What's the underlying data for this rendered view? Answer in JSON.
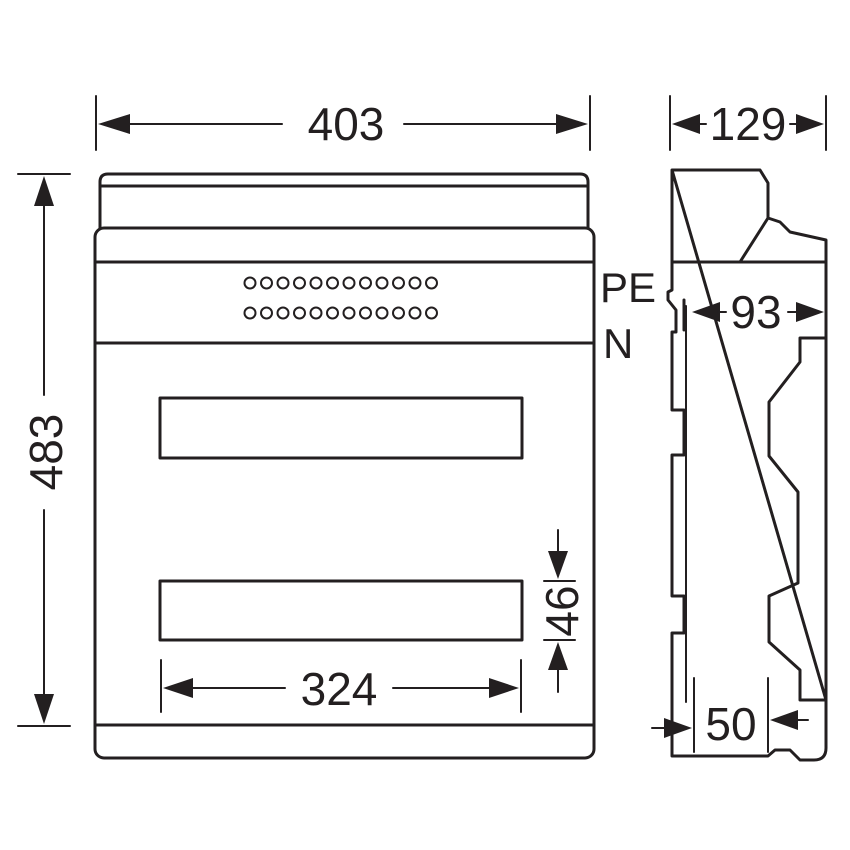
{
  "dimensions": {
    "width": "403",
    "height": "483",
    "depth": "129",
    "inner_depth": "93",
    "rail_offset": "50",
    "window_width": "324",
    "window_height": "46"
  },
  "labels": {
    "pe": "PE",
    "n": "N"
  },
  "terminal_rows": [
    12,
    12
  ]
}
